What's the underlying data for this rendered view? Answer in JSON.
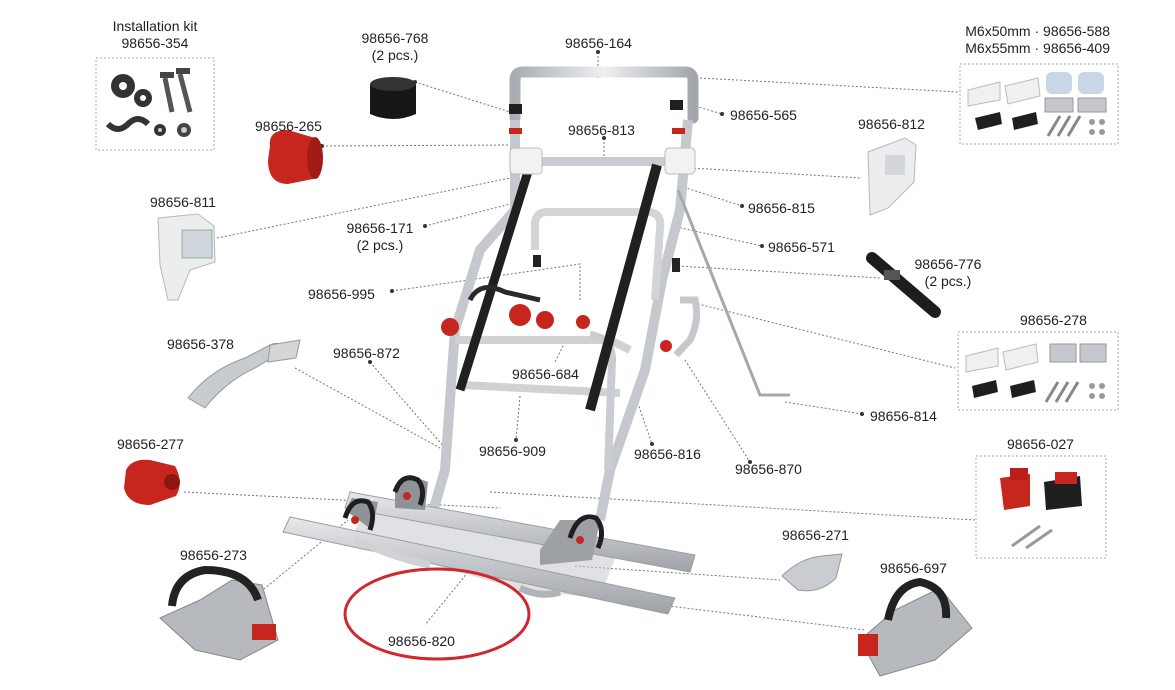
{
  "colors": {
    "red": "#c7261f",
    "black": "#1f1f1f",
    "aluminium": "#c9ccd0",
    "grey": "#b9bcc0",
    "highlight": "#d0282e",
    "leader": "#777777"
  },
  "labels": {
    "installation_kit": {
      "line1": "Installation kit",
      "line2": "98656-354"
    },
    "p768": {
      "line1": "98656-768",
      "line2": "(2 pcs.)"
    },
    "p164": "98656-164",
    "p588": {
      "line1": "M6x50mm · 98656-588",
      "line2": "M6x55mm · 98656-409"
    },
    "p265": "98656-265",
    "p565": "98656-565",
    "p813": "98656-813",
    "p812": "98656-812",
    "p811": "98656-811",
    "p171": {
      "line1": "98656-171",
      "line2": "(2 pcs.)"
    },
    "p815": "98656-815",
    "p571": "98656-571",
    "p776": {
      "line1": "98656-776",
      "line2": "(2 pcs.)"
    },
    "p995": "98656-995",
    "p278": "98656-278",
    "p378": "98656-378",
    "p872": "98656-872",
    "p684": "98656-684",
    "p814": "98656-814",
    "p277": "98656-277",
    "p909": "98656-909",
    "p816": "98656-816",
    "p870": "98656-870",
    "p027": "98656-027",
    "p271": "98656-271",
    "p273": "98656-273",
    "p697": "98656-697",
    "p820": "98656-820"
  }
}
